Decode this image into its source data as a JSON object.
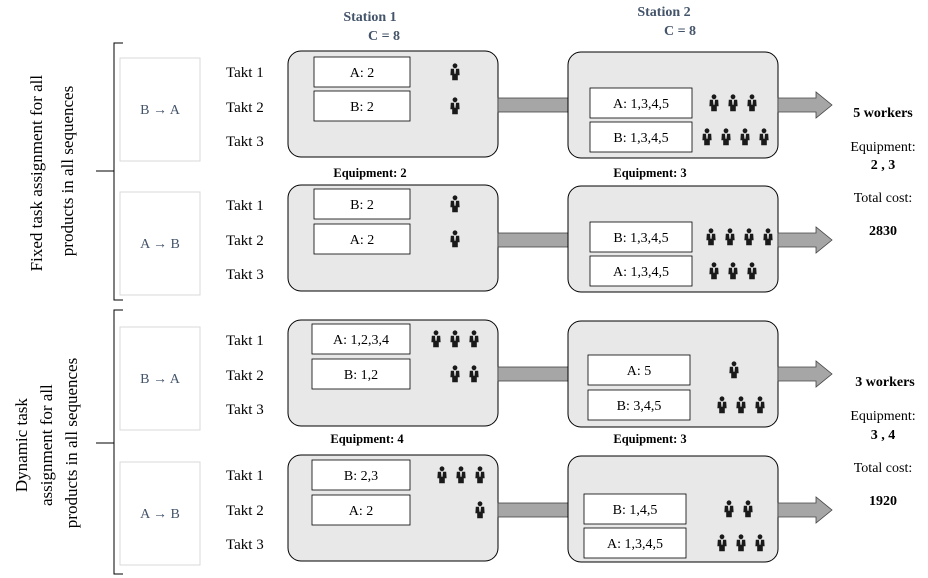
{
  "stations": [
    {
      "name": "Station 1",
      "capacity": "C = 8"
    },
    {
      "name": "Station 2",
      "capacity": "C = 8"
    }
  ],
  "colors": {
    "station_header": "#44546a",
    "station_fill": "#e8e8e8",
    "seq_text": "#44546a",
    "arrow_fill": "#a6a6a6"
  },
  "worker_icon": "worker-icon",
  "sections": [
    {
      "label_lines": [
        "Fixed task assignment for all",
        "products in all sequences"
      ],
      "summary": {
        "workers": "5 workers",
        "equipment_label": "Equipment:",
        "equipment_value": "2 , 3",
        "cost_label": "Total cost:",
        "cost_value": "2830"
      },
      "equipment_labels": [
        "Equipment: 2",
        "Equipment: 3"
      ],
      "blocks": [
        {
          "sequence": "B → A",
          "takts": [
            "Takt 1",
            "Takt 2",
            "Takt 3"
          ],
          "station1": [
            {
              "text": "A: 2",
              "workers": 1
            },
            {
              "text": "B: 2",
              "workers": 1
            }
          ],
          "station2": [
            {
              "text": "A: 1,3,4,5",
              "workers": 3
            },
            {
              "text": "B: 1,3,4,5",
              "workers": 4
            }
          ]
        },
        {
          "sequence": "A → B",
          "takts": [
            "Takt 1",
            "Takt 2",
            "Takt 3"
          ],
          "station1": [
            {
              "text": "B: 2",
              "workers": 1
            },
            {
              "text": "A: 2",
              "workers": 1
            }
          ],
          "station2": [
            {
              "text": "B: 1,3,4,5",
              "workers": 4
            },
            {
              "text": "A: 1,3,4,5",
              "workers": 3
            }
          ]
        }
      ]
    },
    {
      "label_lines": [
        "Dynamic task",
        "assignment for all",
        "products in all sequences"
      ],
      "summary": {
        "workers": "3 workers",
        "equipment_label": "Equipment:",
        "equipment_value": "3 , 4",
        "cost_label": "Total cost:",
        "cost_value": "1920"
      },
      "equipment_labels": [
        "Equipment: 4",
        "Equipment: 3"
      ],
      "blocks": [
        {
          "sequence": "B → A",
          "takts": [
            "Takt 1",
            "Takt 2",
            "Takt 3"
          ],
          "station1": [
            {
              "text": "A: 1,2,3,4",
              "workers": 3
            },
            {
              "text": "B: 1,2",
              "workers": 2
            }
          ],
          "station2": [
            {
              "text": "A: 5",
              "workers": 1
            },
            {
              "text": "B: 3,4,5",
              "workers": 3
            }
          ]
        },
        {
          "sequence": "A → B",
          "takts": [
            "Takt 1",
            "Takt 2",
            "Takt 3"
          ],
          "station1": [
            {
              "text": "B: 2,3",
              "workers": 3
            },
            {
              "text": "A: 2",
              "workers": 1
            }
          ],
          "station2": [
            {
              "text": "B: 1,4,5",
              "workers": 2
            },
            {
              "text": "A: 1,3,4,5",
              "workers": 3
            }
          ]
        }
      ]
    }
  ]
}
